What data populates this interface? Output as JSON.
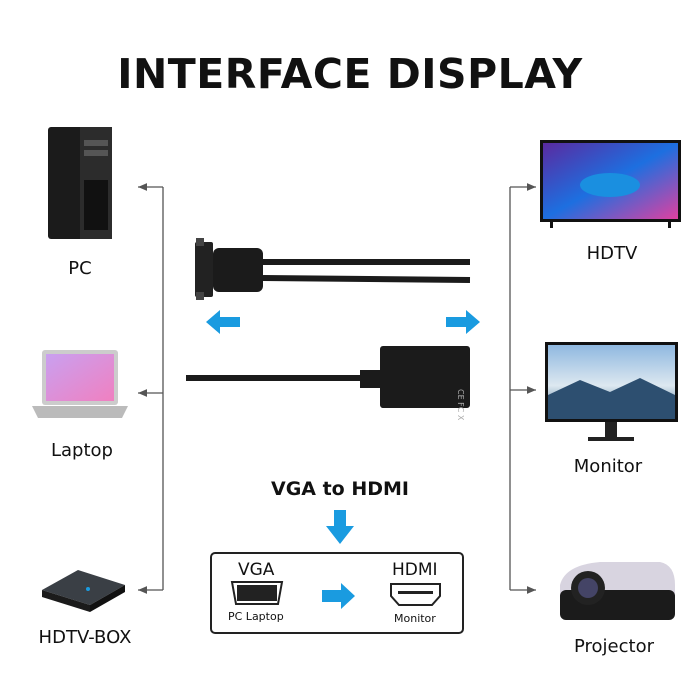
{
  "title": "INTERFACE DISPLAY",
  "sources": [
    {
      "label": "PC",
      "icon": "pc-tower-icon"
    },
    {
      "label": "Laptop",
      "icon": "laptop-icon"
    },
    {
      "label": "HDTV-BOX",
      "icon": "tv-box-icon"
    }
  ],
  "outputs": [
    {
      "label": "HDTV",
      "icon": "hdtv-icon"
    },
    {
      "label": "Monitor",
      "icon": "monitor-icon"
    },
    {
      "label": "Projector",
      "icon": "projector-icon"
    }
  ],
  "conversion": {
    "heading": "VGA to HDMI",
    "input_label": "VGA",
    "input_caption": "PC Laptop",
    "output_label": "HDMI",
    "output_caption": "Monitor"
  },
  "colors": {
    "accent": "#1a9be0",
    "lines": "#555555",
    "device": "#1b1b1b"
  }
}
